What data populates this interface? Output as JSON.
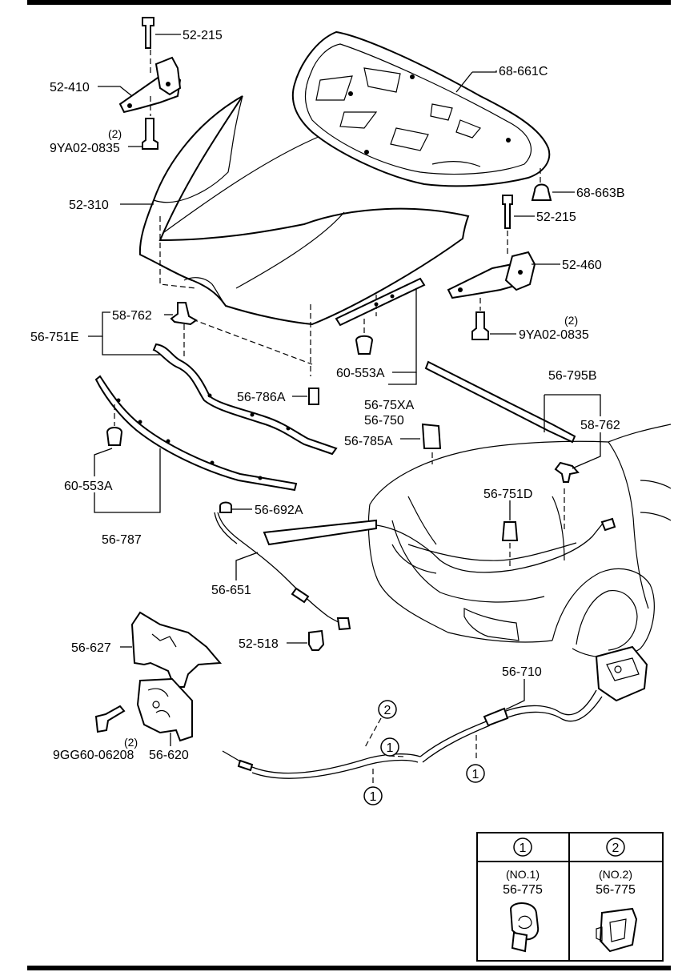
{
  "labels": {
    "p52_215_a": "52-215",
    "p52_410": "52-410",
    "qty_2_a": "(2)",
    "p9ya02_0835_a": "9YA02-0835",
    "p68_661c": "68-661C",
    "p52_310": "52-310",
    "p68_663b": "68-663B",
    "p52_215_b": "52-215",
    "p52_460": "52-460",
    "p58_762_a": "58-762",
    "qty_2_b": "(2)",
    "p9ya02_0835_b": "9YA02-0835",
    "p56_751e": "56-751E",
    "p60_553a_a": "60-553A",
    "p56_786a": "56-786A",
    "p56_75xa": "56-75XA",
    "p56_750": "56-750",
    "p56_795b": "56-795B",
    "p58_762_b": "58-762",
    "p56_785a": "56-785A",
    "p60_553a_b": "60-553A",
    "p56_787": "56-787",
    "p56_751d": "56-751D",
    "p56_692a": "56-692A",
    "p56_651": "56-651",
    "p52_518": "52-518",
    "p56_627": "56-627",
    "p56_710": "56-710",
    "qty_2_c": "(2)",
    "p9gg60_06208": "9GG60-06208",
    "p56_620": "56-620"
  },
  "callouts": {
    "c1_a": "1",
    "c1_b": "1",
    "c1_c": "1",
    "c2_a": "2"
  },
  "legend": {
    "col1_marker": "1",
    "col2_marker": "2",
    "col1_note": "(NO.1)",
    "col1_part": "56-775",
    "col2_note": "(NO.2)",
    "col2_part": "56-775"
  }
}
